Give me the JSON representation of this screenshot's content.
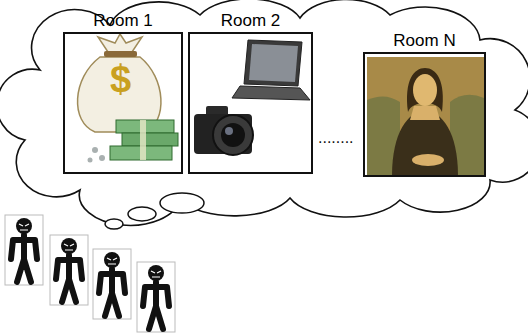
{
  "diagram": {
    "nodes": [
      {
        "text": [
          "Room 1"
        ]
      },
      {
        "text": [
          "Room 2"
        ]
      },
      {
        "text": [
          "Room N"
        ]
      }
    ],
    "labels": [
      "$",
      "........"
    ]
  }
}
